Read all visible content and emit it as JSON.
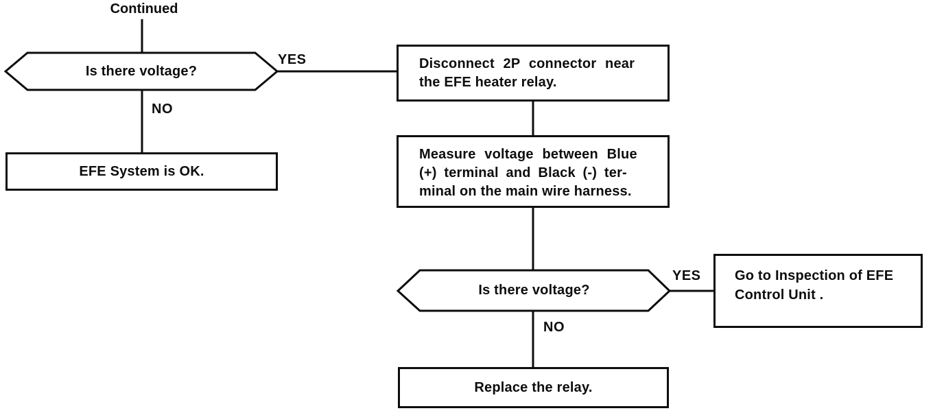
{
  "labels": {
    "continued": "Continued",
    "yes1": "YES",
    "no1": "NO",
    "yes2": "YES",
    "no2": "NO"
  },
  "nodes": {
    "decision1": "Is there voltage?",
    "box_disconnect": {
      "lines": [
        "Disconnect 2P connector near",
        "the EFE heater relay."
      ]
    },
    "box_ok": "EFE System is OK.",
    "box_measure": {
      "lines": [
        "Measure voltage between Blue",
        "(+) terminal and Black (-) ter-",
        "minal on the main wire harness."
      ]
    },
    "decision2": "Is there voltage?",
    "box_goto": {
      "lines": [
        "Go to Inspection of EFE",
        "Control Unit ."
      ]
    },
    "box_replace": "Replace the relay."
  },
  "colors": {
    "ink": "#0d0d0d",
    "background": "#ffffff"
  }
}
